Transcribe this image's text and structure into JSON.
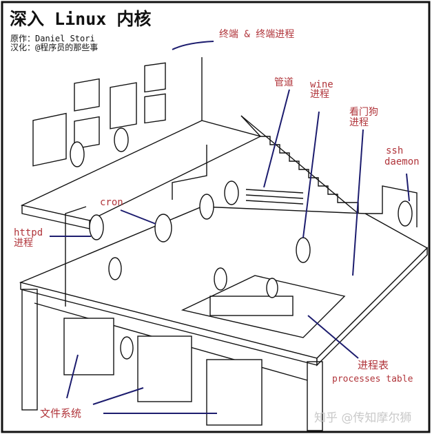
{
  "title": "深入 Linux 内核",
  "credits": {
    "original": "原作：Daniel Stori",
    "translation": "汉化：@程序员的那些事"
  },
  "labels": {
    "terminals": "终端 & 终端进程",
    "pipe": "管道",
    "wine_1": "wine",
    "wine_2": "进程",
    "watchdog_1": "看门狗",
    "watchdog_2": "进程",
    "ssh_1": "ssh",
    "ssh_2": "daemon",
    "cron": "cron",
    "httpd_1": "httpd",
    "httpd_2": "进程",
    "ptable_1": "进程表",
    "ptable_2": "processes table",
    "filesystem": "文件系统"
  },
  "watermark": "知乎 @传知摩尔狮",
  "colors": {
    "label": "#b0343a",
    "pointer": "#1c1c6e",
    "ink": "#111111"
  }
}
